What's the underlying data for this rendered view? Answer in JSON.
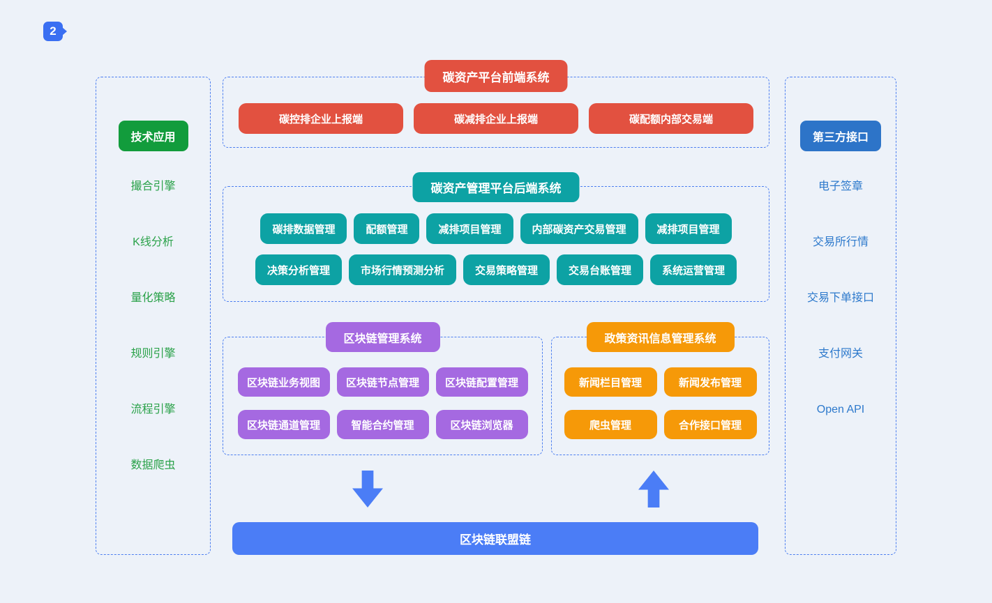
{
  "badge": {
    "label": "2"
  },
  "left_panel": {
    "title": "技术应用",
    "items": [
      "撮合引擎",
      "K线分析",
      "量化策略",
      "规则引擎",
      "流程引擎",
      "数据爬虫"
    ]
  },
  "right_panel": {
    "title": "第三方接口",
    "items": [
      "电子签章",
      "交易所行情",
      "交易下单接口",
      "支付网关",
      "Open API"
    ]
  },
  "frontend_system": {
    "title": "碳资产平台前端系统",
    "items": [
      "碳控排企业上报端",
      "碳减排企业上报端",
      "碳配额内部交易端"
    ]
  },
  "backend_system": {
    "title": "碳资产管理平台后端系统",
    "rows": [
      [
        "碳排数据管理",
        "配额管理",
        "减排项目管理",
        "内部碳资产交易管理",
        "减排项目管理"
      ],
      [
        "决策分析管理",
        "市场行情预测分析",
        "交易策略管理",
        "交易台账管理",
        "系统运营管理"
      ]
    ]
  },
  "blockchain_system": {
    "title": "区块链管理系统",
    "rows": [
      [
        "区块链业务视图",
        "区块链节点管理",
        "区块链配置管理"
      ],
      [
        "区块链通道管理",
        "智能合约管理",
        "区块链浏览器"
      ]
    ]
  },
  "policy_system": {
    "title": "政策资讯信息管理系统",
    "rows": [
      [
        "新闻栏目管理",
        "新闻发布管理"
      ],
      [
        "爬虫管理",
        "合作接口管理"
      ]
    ]
  },
  "consortium_chain": {
    "label": "区块链联盟链"
  },
  "colors": {
    "background": "#edf2f9",
    "dashed_border": "#4c7ef0",
    "red": "#e25140",
    "teal": "#0da2a4",
    "purple": "#a569e1",
    "orange": "#f69908",
    "green": "#129c3c",
    "dark_blue": "#2d74c8",
    "bar_blue": "#4b7df6",
    "green_text": "#2ba24a",
    "blue_text": "#2d79cc",
    "badge_blue": "#3a6ff2"
  }
}
